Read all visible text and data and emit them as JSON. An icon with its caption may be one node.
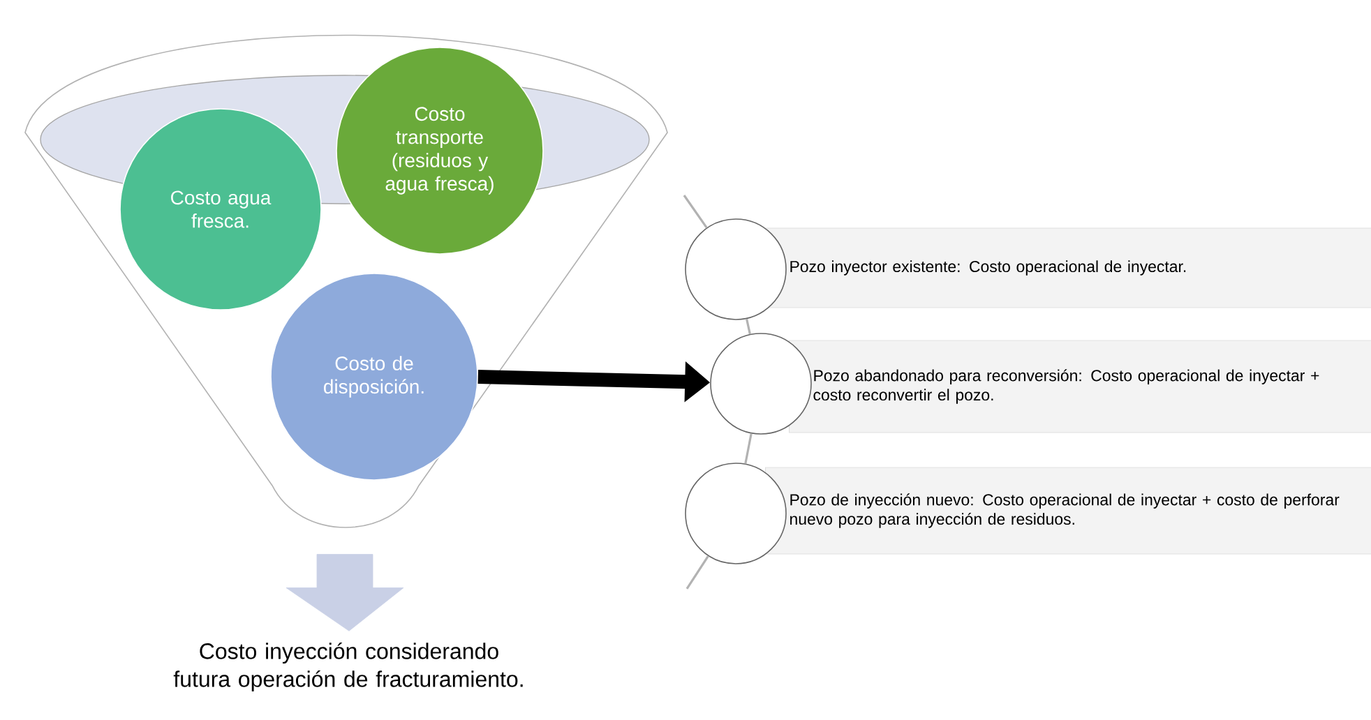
{
  "diagram": {
    "nodes": [
      {
        "text": [],
        "shape": "funnel"
      },
      {
        "text": [
          "Costo agua fresca."
        ],
        "in": 0
      },
      {
        "text": [
          "Costo transporte (residuos y agua fresca)"
        ],
        "in": 0
      },
      {
        "text": [
          "Costo de disposición."
        ],
        "in": 0
      },
      {
        "text": [],
        "shape": "circle"
      },
      {
        "text": [
          "Pozo inyector existente: Costo operacional de inyectar."
        ]
      },
      {
        "text": [],
        "shape": "circle"
      },
      {
        "text": [
          "Pozo abandonado para reconversión: Costo operacional de inyectar + costo reconvertir el pozo."
        ]
      },
      {
        "text": [],
        "shape": "circle"
      },
      {
        "text": [
          "Pozo de inyección nuevo: Costo operacional de inyectar + costo de perforar nuevo pozo para inyección de residuos."
        ]
      },
      {
        "text": [
          "Costo inyección considerando futura operación de fracturamiento."
        ]
      }
    ],
    "edges": [
      {
        "from": 3,
        "to": 6,
        "arrow": "to",
        "style": "thick",
        "color": "#000000"
      },
      {
        "from": 0,
        "to": 10,
        "arrow": "to",
        "style": "thick",
        "color": "#c9d0e6"
      },
      {
        "from": 4,
        "to": 6,
        "arrow": "none"
      },
      {
        "from": 6,
        "to": 8,
        "arrow": "none"
      }
    ]
  }
}
